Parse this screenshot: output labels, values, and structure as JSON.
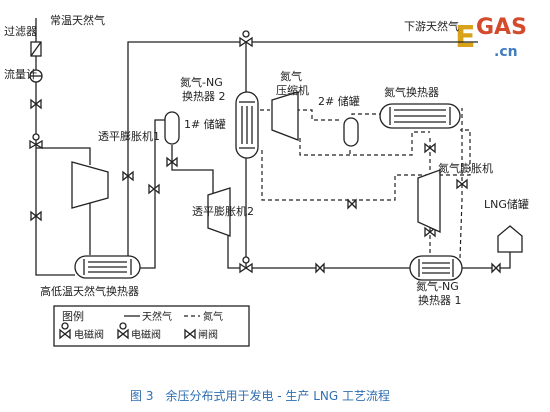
{
  "labels": {
    "filter": "过滤器",
    "flowmeter": "流量计",
    "ng_ambient": "常温天然气",
    "downstream_gas": "下游天然气",
    "expander1": "透平膨胀机1",
    "expander2": "透平膨胀机2",
    "hx_main": "高低温天然气换热器",
    "hx_ng2": [
      "氮气-NG",
      "换热器 2"
    ],
    "tank1": "1# 储罐",
    "tank2": "2# 储罐",
    "compressor": [
      "氮气",
      "压缩机"
    ],
    "n2_hx": "氮气换热器",
    "n2_expander": "氮气膨胀机",
    "hx_ng1": [
      "氮气-NG",
      "换热器 1"
    ],
    "lng_tank": "LNG储罐"
  },
  "legend": {
    "title": "图例",
    "natural_gas": "天然气",
    "nitrogen": "氮气",
    "solenoid": "电磁阀",
    "gate": "闸阀"
  },
  "caption": "图 3　余压分布式用于发电 - 生产 LNG 工艺流程",
  "watermark": {
    "e": "E",
    "gas": "GAS",
    "cn": ".cn"
  },
  "colors": {
    "line": "#222222",
    "caption": "#2f6fb0",
    "wm_e": "#d9a21b",
    "wm_gas": "#d34a2c",
    "wm_cn": "#3f7dc0"
  }
}
